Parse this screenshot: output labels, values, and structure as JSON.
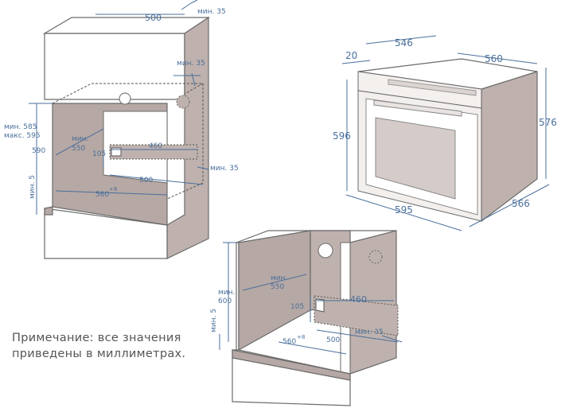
{
  "note": {
    "line1": "Примечание: все значения",
    "line2": "приведены в миллиметрах."
  },
  "top_left_install": {
    "width_top": "500",
    "min_top_gap": "мин. 35",
    "min_side_gap": "мин. 35",
    "height_range_min": "мин. 585",
    "height_range_max": "макс. 595",
    "height_590": "590",
    "min_base": "мин. 5",
    "depth_min_label": "мин.",
    "depth_min_value": "550",
    "vent_width": "460",
    "vent_height": "105",
    "vent_depth": "500",
    "back_gap": "мин. 35",
    "inner_width": "560",
    "inner_width_tol": "+8"
  },
  "oven": {
    "front_offset": "20",
    "depth_546": "546",
    "top_width": "560",
    "height_596": "596",
    "height_576": "576",
    "width_595": "595",
    "depth_566": "566"
  },
  "bottom_install": {
    "min_height_label": "мин.",
    "min_height_value": "600",
    "min_base": "мин. 5",
    "depth_min_label": "мин.",
    "depth_min_value": "550",
    "vent_width": "460",
    "vent_height": "105",
    "vent_depth": "500",
    "back_gap": "мин. 35",
    "inner_width": "560",
    "inner_width_tol": "+8"
  }
}
